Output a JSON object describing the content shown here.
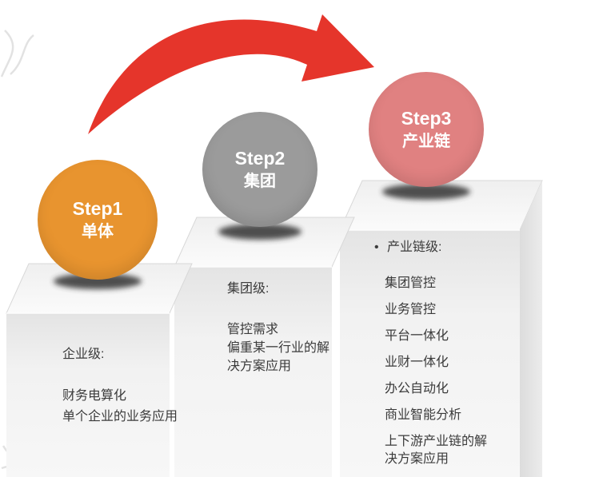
{
  "colors": {
    "arrow": "#E5352B",
    "step1_circle": "#E8942F",
    "step2_circle": "#9B9B9B",
    "step3_circle": "#E08181",
    "body_text": "#3B3B3B"
  },
  "steps": [
    {
      "circle_title": "Step1",
      "circle_subtitle": "单体",
      "heading": "企业级:",
      "lines": [
        "财务电算化",
        "单个企业的业务应用"
      ]
    },
    {
      "circle_title": "Step2",
      "circle_subtitle": "集团",
      "heading": "集团级:",
      "lines": [
        "管控需求",
        "偏重某一行业的解决方案应用"
      ]
    },
    {
      "circle_title": "Step3",
      "circle_subtitle": "产业链",
      "bullet": "•",
      "heading": "产业链级:",
      "lines": [
        "集团管控",
        "业务管控",
        "平台一体化",
        "业财一体化",
        "办公自动化",
        "商业智能分析",
        "上下游产业链的解决方案应用"
      ]
    }
  ]
}
